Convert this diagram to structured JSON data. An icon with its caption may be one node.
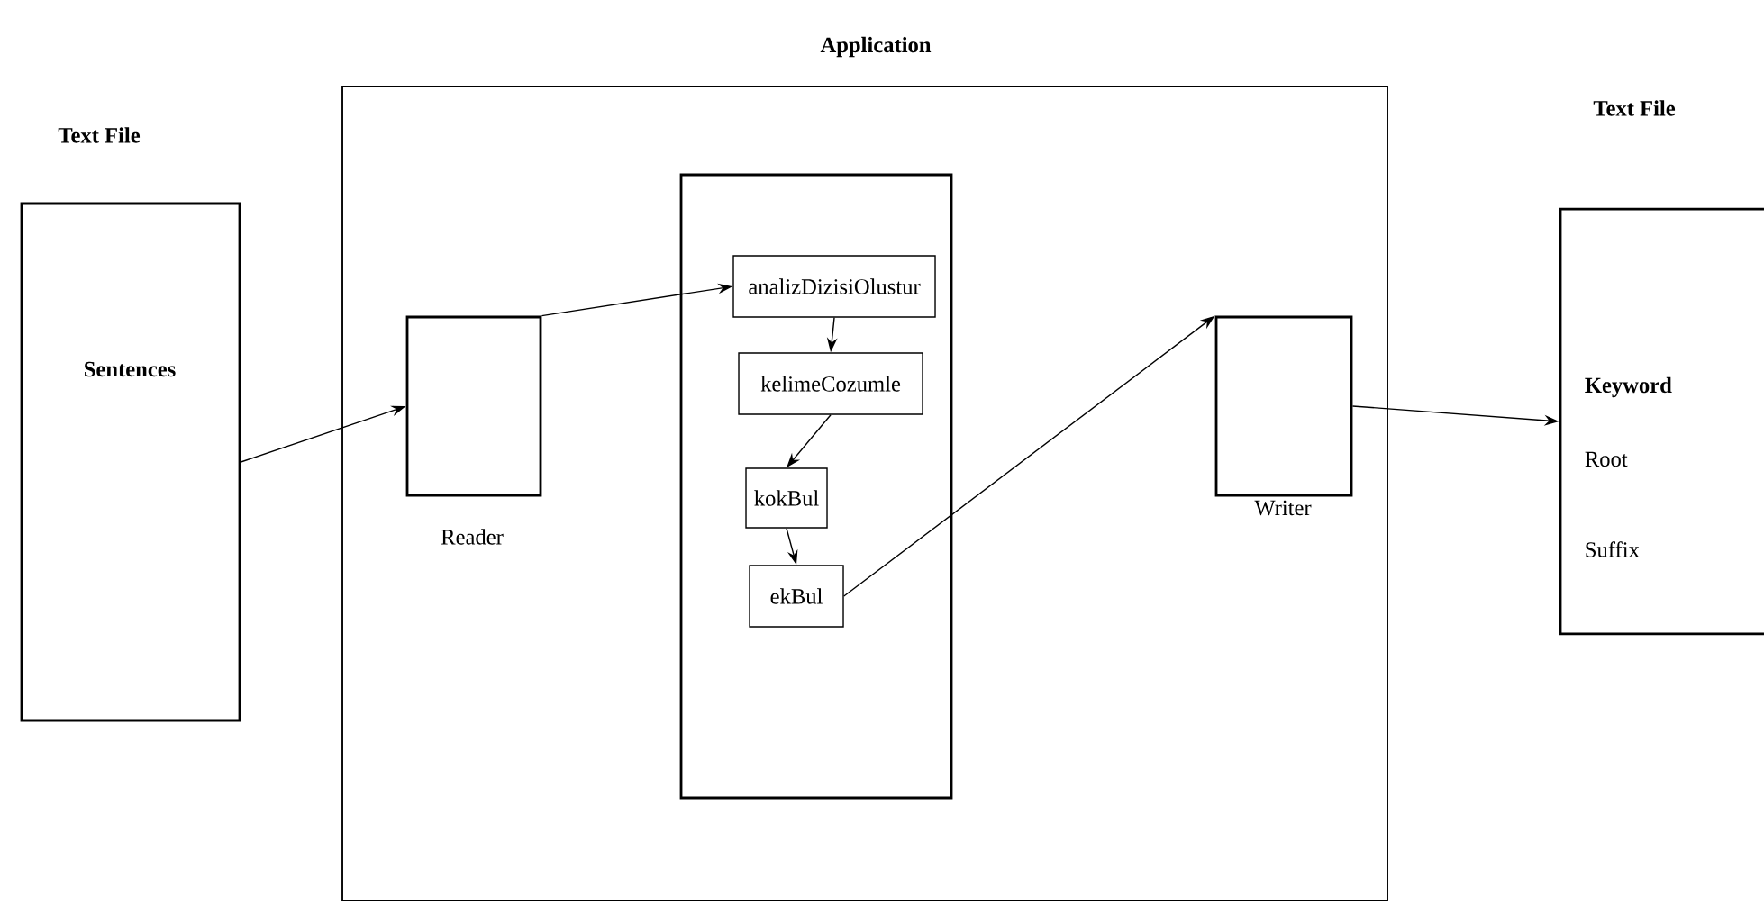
{
  "diagram": {
    "nodes": [
      {
        "text": [
          "Text File",
          "Sentences"
        ]
      },
      {
        "text": [
          "Application"
        ]
      },
      {
        "text": [
          "Reader"
        ],
        "in": 1
      },
      {
        "text": [],
        "shape": "box",
        "in": 1
      },
      {
        "text": [
          "analizDizisiOlustur"
        ],
        "in": 3
      },
      {
        "text": [
          "kelimeCozumle"
        ],
        "in": 3
      },
      {
        "text": [
          "kokBul"
        ],
        "in": 3
      },
      {
        "text": [
          "ekBul"
        ],
        "in": 3
      },
      {
        "text": [
          "Writer"
        ],
        "in": 1
      },
      {
        "text": [
          "Text File",
          "Keyword",
          "Root",
          "Suffix"
        ]
      }
    ],
    "edges": [
      {
        "from": 0,
        "to": 2,
        "arrow": "to"
      },
      {
        "from": 2,
        "to": 4,
        "arrow": "to"
      },
      {
        "from": 4,
        "to": 5,
        "arrow": "to"
      },
      {
        "from": 5,
        "to": 6,
        "arrow": "to"
      },
      {
        "from": 6,
        "to": 7,
        "arrow": "to"
      },
      {
        "from": 7,
        "to": 8,
        "arrow": "to"
      },
      {
        "from": 8,
        "to": 9,
        "arrow": "to"
      }
    ]
  }
}
